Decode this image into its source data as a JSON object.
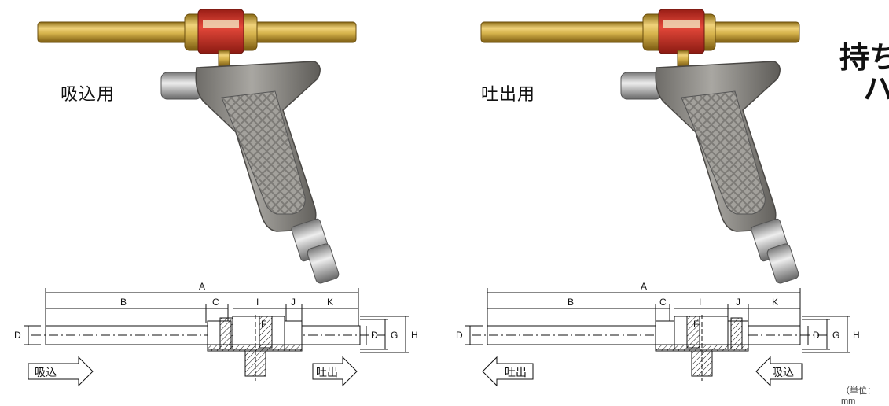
{
  "left_panel": {
    "label": "吸込用",
    "dims": {
      "A": "A",
      "B": "B",
      "C": "C",
      "I": "I",
      "J": "J",
      "K": "K",
      "D": "D",
      "D2": "D",
      "F": "F",
      "G": "G",
      "H": "H"
    },
    "arrow_in": "吸込",
    "arrow_out": "吐出"
  },
  "right_panel": {
    "label": "吐出用",
    "dims": {
      "A": "A",
      "B": "B",
      "C": "C",
      "I": "I",
      "J": "J",
      "K": "K",
      "D": "D",
      "D2": "D",
      "F": "F",
      "G": "G",
      "H": "H"
    },
    "arrow_out": "吐出",
    "arrow_in": "吸込"
  },
  "heading": {
    "line1": "持ち",
    "line2": "ハ"
  },
  "unit_note": "（単位：mm",
  "colors": {
    "tube_gold": "#c9a23a",
    "valve_red": "#d23a2a",
    "gun_gray": "#8c8a85"
  }
}
